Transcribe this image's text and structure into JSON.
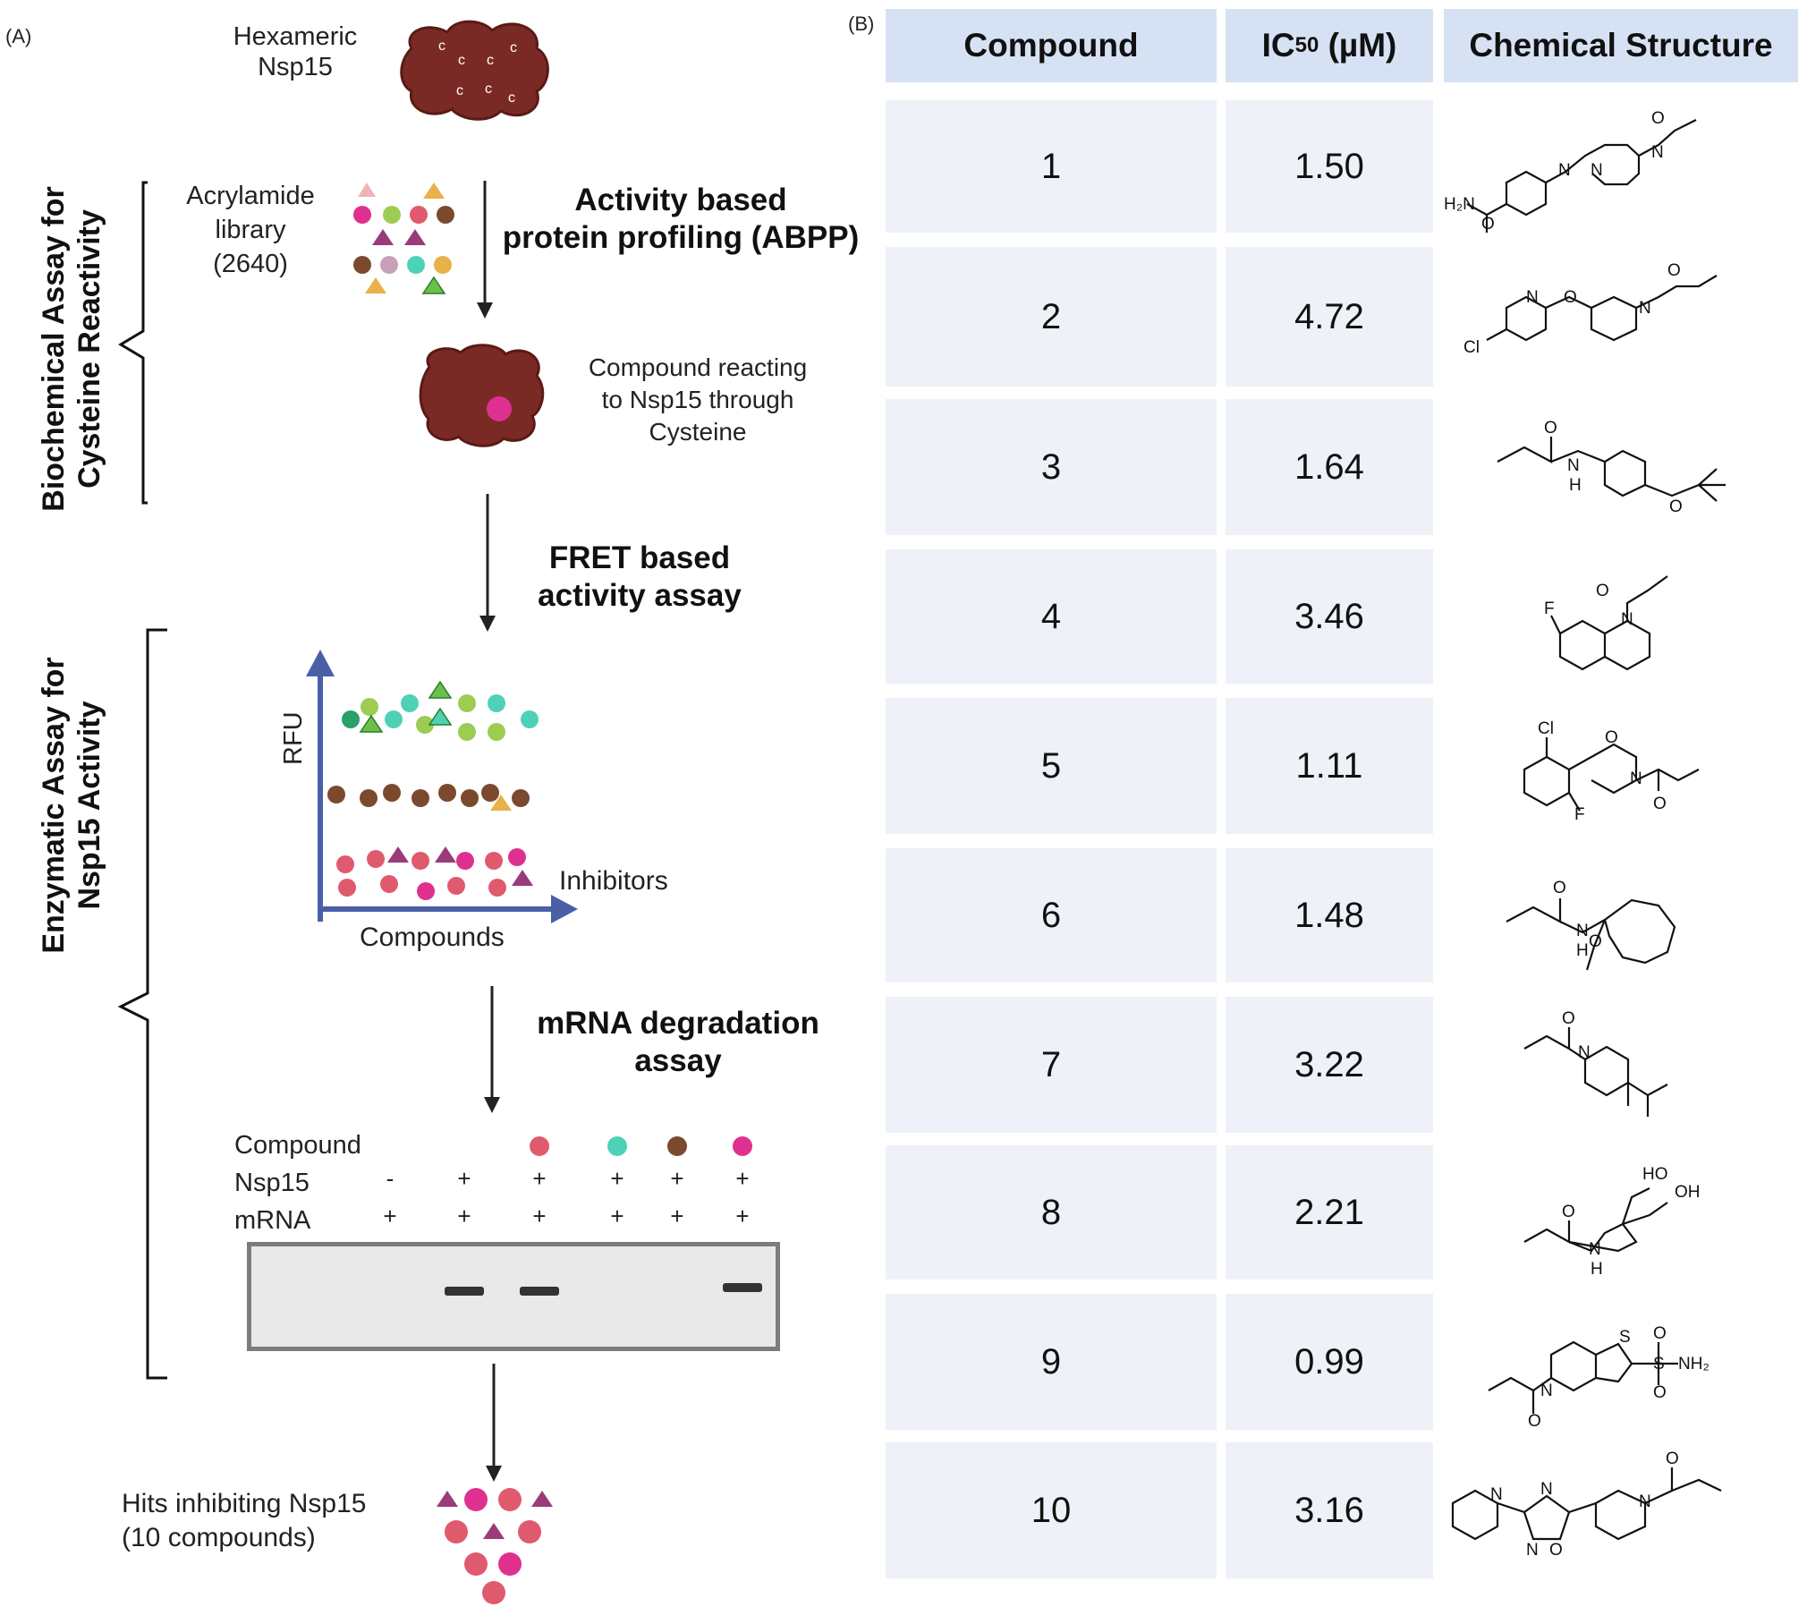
{
  "panel_a": {
    "label": "(A)",
    "hexamer_label": "Hexameric\nNsp15",
    "hexamer_letter": "c",
    "library_label": "Acrylamide\nlibrary\n(2640)",
    "abpp_label": "Activity based\nprotein profiling (ABPP)",
    "reacting_label": "Compound reacting\nto Nsp15 through\nCysteine",
    "bracket1_label": "Biochemical Assay for\nCysteine Reactivity",
    "fret_label": "FRET based\nactivity assay",
    "bracket2_label": "Enzymatic Assay for\nNsp15 Activity",
    "plot_y_label": "RFU",
    "plot_x_label": "Compounds",
    "plot_inhibitors_label": "Inhibitors",
    "mrna_label": "mRNA degradation\nassay",
    "gel": {
      "row_labels": [
        "Compound",
        "Nsp15",
        "mRNA"
      ],
      "nsp15_row": [
        "-",
        "+",
        "+",
        "+",
        "+",
        "+"
      ],
      "mrna_row": [
        "+",
        "+",
        "+",
        "+",
        "+",
        "+"
      ],
      "compound_colors": [
        "",
        "",
        "#e05a6e",
        "#4fd1b5",
        "#7b4a2e",
        "#e0308f"
      ],
      "band_lanes": [
        1,
        2,
        5
      ]
    },
    "hits_label": "Hits inhibiting Nsp15\n(10 compounds)"
  },
  "panel_b": {
    "label": "(B)",
    "headers": [
      "Compound",
      "IC₅₀ (µM)",
      "Chemical Structure"
    ],
    "rows": [
      {
        "compound": "1",
        "ic50": "1.50"
      },
      {
        "compound": "2",
        "ic50": "4.72"
      },
      {
        "compound": "3",
        "ic50": "1.64"
      },
      {
        "compound": "4",
        "ic50": "3.46"
      },
      {
        "compound": "5",
        "ic50": "1.11"
      },
      {
        "compound": "6",
        "ic50": "1.48"
      },
      {
        "compound": "7",
        "ic50": "3.22"
      },
      {
        "compound": "8",
        "ic50": "2.21"
      },
      {
        "compound": "9",
        "ic50": "0.99"
      },
      {
        "compound": "10",
        "ic50": "3.16"
      }
    ],
    "structure_atom_labels": [
      [
        "O",
        "N",
        "N",
        "N",
        "H₂N",
        "O"
      ],
      [
        "O",
        "N",
        "N",
        "O",
        "Cl"
      ],
      [
        "O",
        "N",
        "H",
        "O"
      ],
      [
        "O",
        "F",
        "N"
      ],
      [
        "Cl",
        "O",
        "N",
        "O",
        "F"
      ],
      [
        "O",
        "N",
        "H",
        "O"
      ],
      [
        "O",
        "N"
      ],
      [
        "HO",
        "OH",
        "O",
        "N",
        "H"
      ],
      [
        "S",
        "O",
        "S",
        "NH₂",
        "O",
        "N",
        "O"
      ],
      [
        "O",
        "N",
        "N",
        "N",
        "N",
        "O"
      ]
    ]
  },
  "colors": {
    "protein": "#7a2a24",
    "header_cell": "#d6e2f4",
    "body_cell": "#eef1f8",
    "axis": "#4a5fa8",
    "magenta": "#e0308f"
  }
}
